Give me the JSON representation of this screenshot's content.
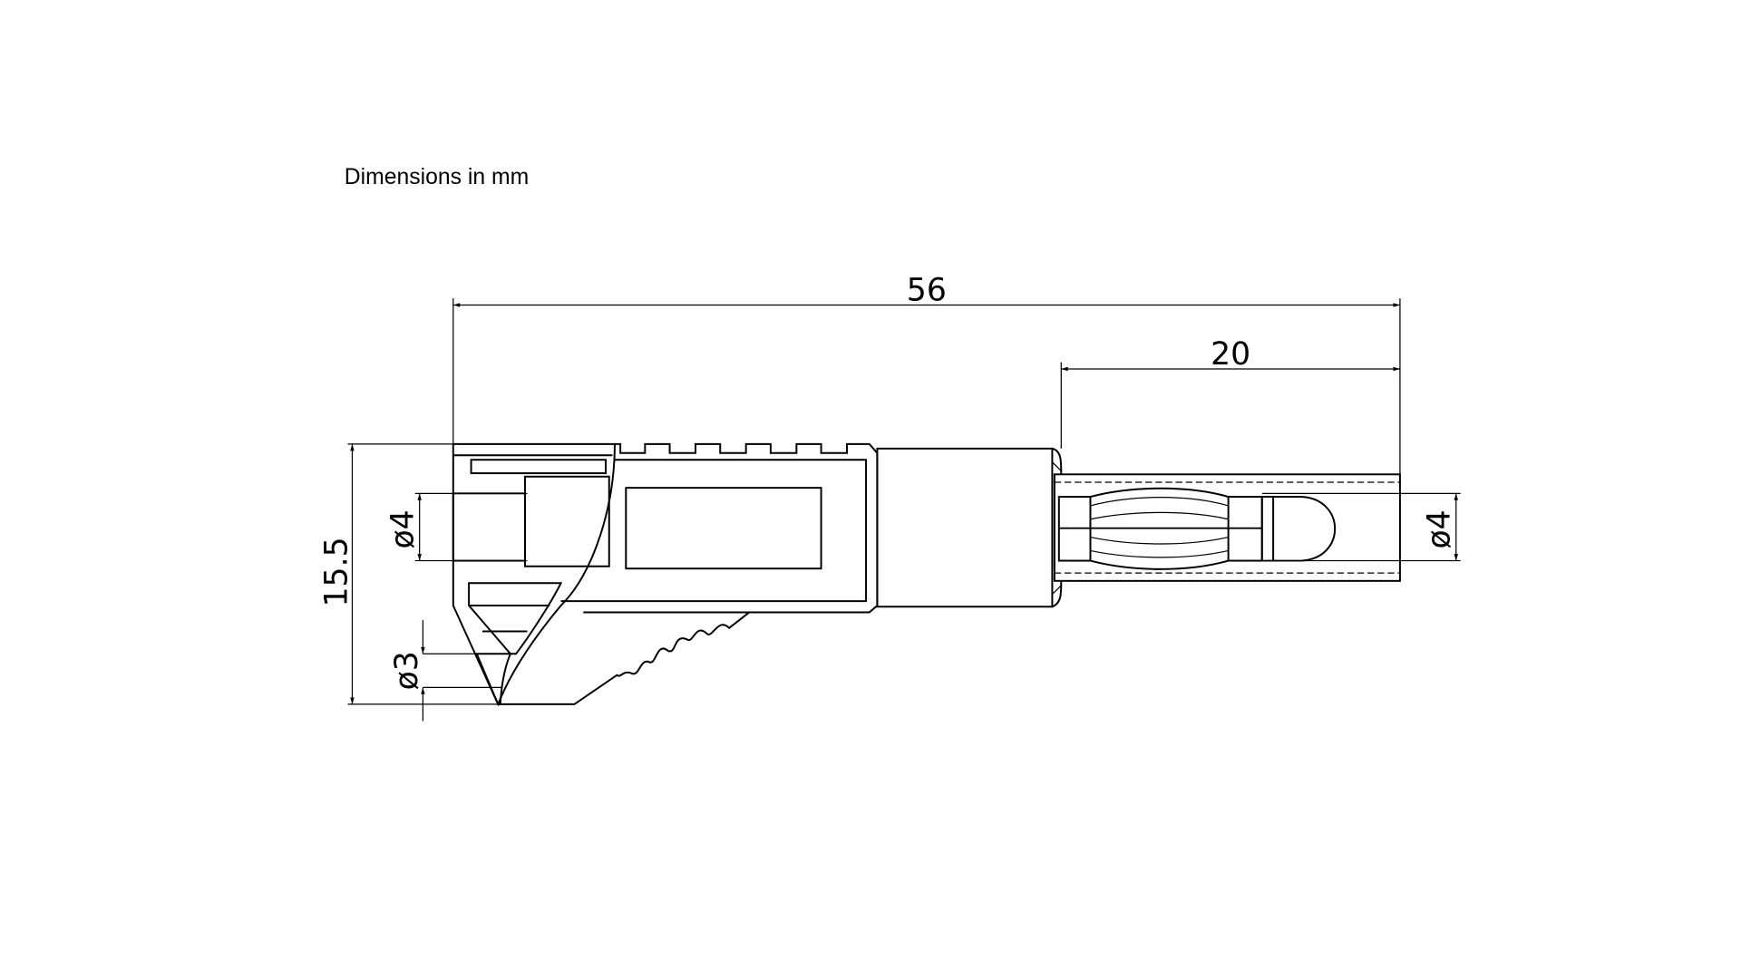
{
  "note": "Dimensions in mm",
  "dimensions": {
    "overall_length": "56",
    "pin_length": "20",
    "height": "15.5",
    "socket_diameter": "ø4",
    "cable_diameter": "ø3",
    "pin_diameter": "ø4"
  }
}
